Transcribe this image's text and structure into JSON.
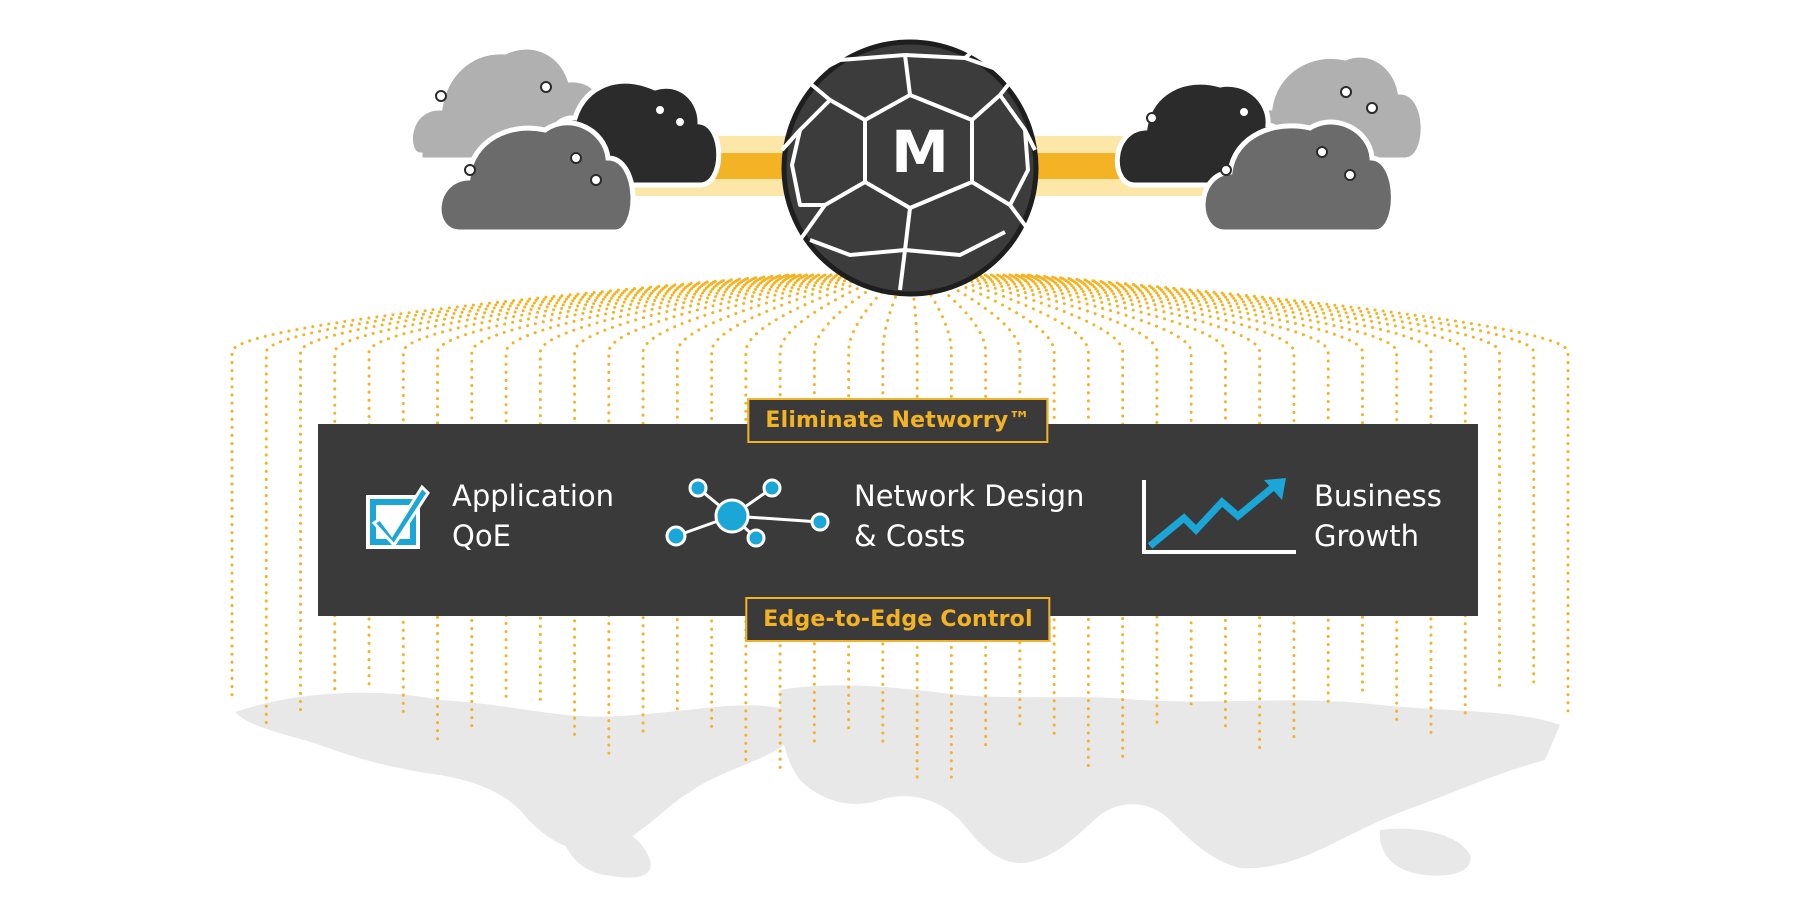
{
  "logo": {
    "letter": "M"
  },
  "panel": {
    "top_tag": "Eliminate Networry™",
    "bottom_tag": "Edge-to-Edge Control",
    "features": [
      {
        "line1": "Application",
        "line2": "QoE",
        "icon": "checkbox-check-icon"
      },
      {
        "line1": "Network Design",
        "line2": "& Costs",
        "icon": "network-hub-icon"
      },
      {
        "line1": "Business",
        "line2": "Growth",
        "icon": "growth-chart-icon"
      }
    ]
  },
  "colors": {
    "accent": "#f4b324",
    "accent_light": "#fde7a8",
    "panel": "#3a3a3a",
    "icon_blue": "#1aa6d6",
    "cloud_light": "#b0b0b0",
    "cloud_mid": "#6b6b6b",
    "cloud_dark": "#2b2b2b",
    "map": "#e6e6e6"
  }
}
